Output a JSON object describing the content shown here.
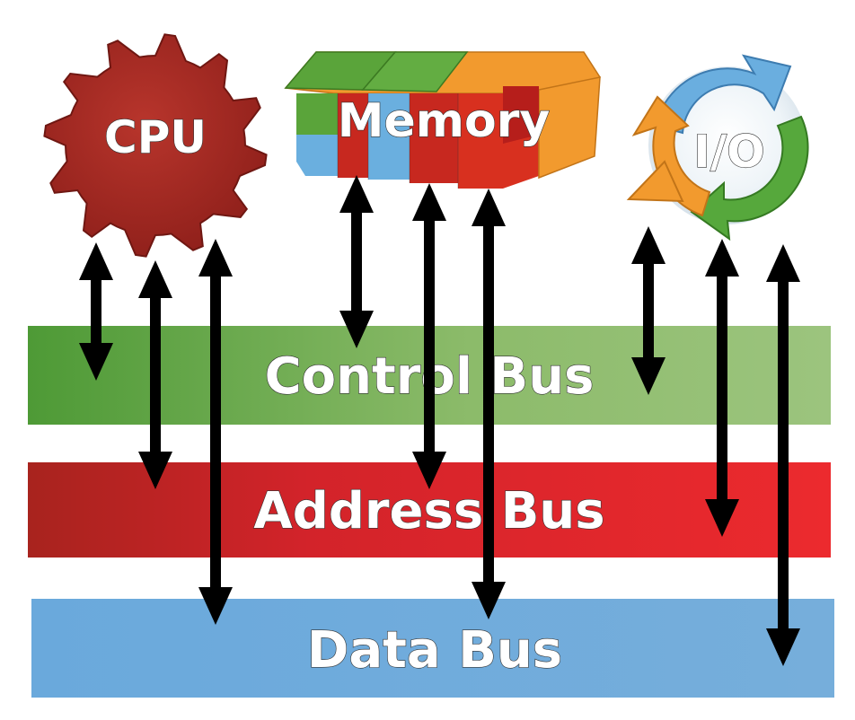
{
  "components": {
    "cpu": {
      "label": "CPU"
    },
    "memory": {
      "label": "Memory"
    },
    "io": {
      "label": "I/O"
    }
  },
  "buses": {
    "control": {
      "label": "Control Bus"
    },
    "address": {
      "label": "Address Bus"
    },
    "data": {
      "label": "Data Bus"
    }
  },
  "colors": {
    "cpu_gear": "#a72a25",
    "control_bus": "#7db55a",
    "address_bus": "#e1282c",
    "data_bus": "#6aa7d8",
    "arrow": "#000000"
  }
}
